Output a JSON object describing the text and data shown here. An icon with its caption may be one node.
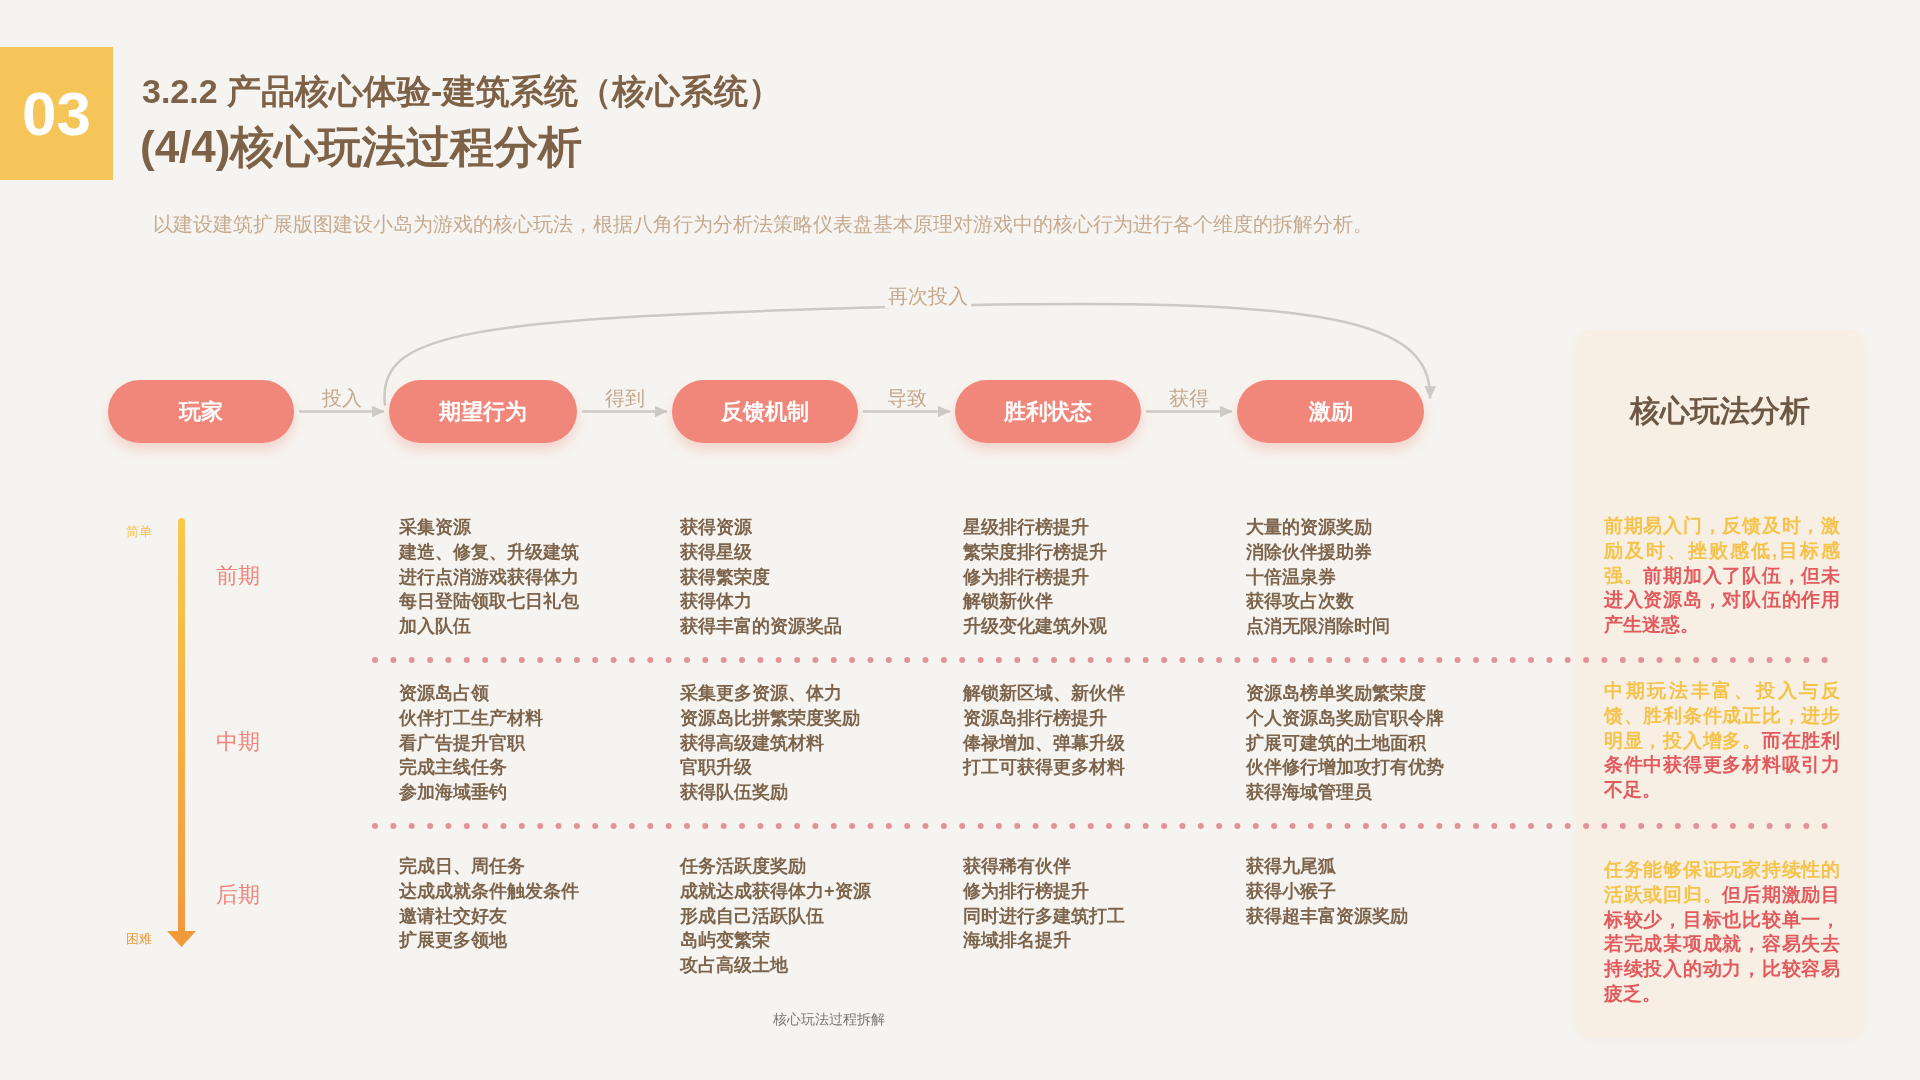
{
  "diagram": {
    "title": "3.2.2 产品核心体验-建筑系统（核心系统）",
    "caption": "核心玩法过程拆解",
    "nodes": [
      {
        "text": [
          "03"
        ]
      },
      {
        "text": [
          "玩家"
        ]
      },
      {
        "text": [
          "期望行为"
        ]
      },
      {
        "text": [
          "反馈机制"
        ]
      },
      {
        "text": [
          "胜利状态"
        ]
      },
      {
        "text": [
          "激励"
        ]
      },
      {
        "text": [
          "核心玩法分析",
          "前期易入门，反馈及时，激励及时、挫败感低,目标感强。",
          "前期加入了队伍，但未进入资源岛，对队伍的作用产生迷惑。",
          "中期玩法丰富、投入与反馈、胜利条件成正比，进步明显，投入增多。",
          "而在胜利条件中获得更多材料吸引力不足。",
          "任务能够保证玩家持续性的活跃或回归。",
          "但后期激励目标较少，目标也比较单一，若完成某项成就，容易失去持续投入的动力，比较容易疲乏。"
        ]
      }
    ],
    "edges": [
      {
        "from": 1,
        "to": 2,
        "arrow": "to",
        "label": "投入"
      },
      {
        "from": 2,
        "to": 3,
        "arrow": "to",
        "label": "得到"
      },
      {
        "from": 3,
        "to": 4,
        "arrow": "to",
        "label": "导致"
      },
      {
        "from": 4,
        "to": 5,
        "arrow": "to",
        "label": "获得"
      },
      {
        "from": 2,
        "to": 5,
        "arrow": "to",
        "label": "再次投入"
      }
    ],
    "labels": [
      "(4/4)核心玩法过程分析",
      "以建设建筑扩展版图建设小岛为游戏的核心玩法，根据八角行为分析法策略仪表盘基本原理对游戏中的核心行为进行各个维度的拆解分析。",
      "简单",
      "前期",
      "采集资源",
      "建造、修复、升级建筑",
      "进行点消游戏获得体力",
      "每日登陆领取七日礼包",
      "加入队伍",
      "获得资源",
      "获得星级",
      "获得繁荣度",
      "获得体力",
      "获得丰富的资源奖品",
      "星级排行榜提升",
      "繁荣度排行榜提升",
      "修为排行榜提升",
      "解锁新伙伴",
      "升级变化建筑外观",
      "大量的资源奖励",
      "消除伙伴援助券",
      "十倍温泉券",
      "获得攻占次数",
      "点消无限消除时间",
      "中期",
      "资源岛占领",
      "伙伴打工生产材料",
      "看广告提升官职",
      "完成主线任务",
      "参加海域垂钓",
      "采集更多资源、体力",
      "资源岛比拼繁荣度奖励",
      "获得高级建筑材料",
      "官职升级",
      "获得队伍奖励",
      "解锁新区域、新伙伴",
      "资源岛排行榜提升",
      "俸禄增加、弹幕升级",
      "打工可获得更多材料",
      "资源岛榜单奖励繁荣度",
      "个人资源岛奖励官职令牌",
      "扩展可建筑的土地面积",
      "伙伴修行增加攻打有优势",
      "获得海域管理员",
      "后期",
      "完成日、周任务",
      "达成成就条件触发条件",
      "邀请社交好友",
      "扩展更多领地",
      "任务活跃度奖励",
      "成就达成获得体力+资源",
      "形成自己活跃队伍",
      "岛屿变繁荣",
      "攻占高级土地",
      "获得稀有伙伴",
      "修为排行榜提升",
      "同时进行多建筑打工",
      "海域排名提升",
      "获得九尾狐",
      "获得小猴子",
      "获得超丰富资源奖励",
      "困难"
    ]
  }
}
